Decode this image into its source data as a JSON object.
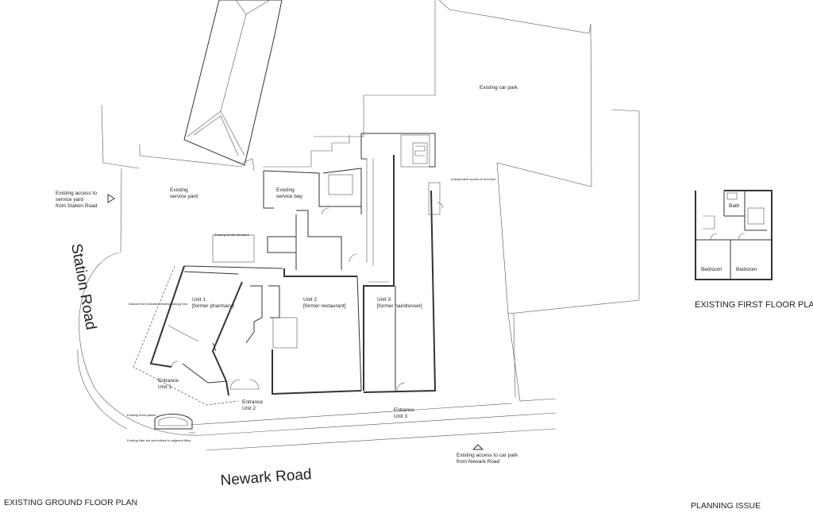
{
  "labels": {
    "existing_access_service_yard": [
      "Existing access to",
      "service yard",
      "from Station Road"
    ],
    "existing_service_yard": [
      "Existing",
      "service yard"
    ],
    "existing_service_bay": [
      "Existing",
      "service bay"
    ],
    "existing_car_park": "Existing car park",
    "unit1": [
      "Unit 1",
      "[former pharmacy]"
    ],
    "unit2": [
      "Unit 2",
      "[former restaurant]"
    ],
    "unit3": [
      "Unit 3",
      "[former hairdresser]"
    ],
    "entrance_unit1": [
      "Entrance",
      "Unit 1"
    ],
    "entrance_unit2": [
      "Entrance",
      "Unit 2"
    ],
    "entrance_unit3": [
      "Entrance",
      "Unit 3"
    ],
    "existing_access_car_park": [
      "Existing access to  car park",
      "from Newark Road"
    ],
    "station_road": "Station Road",
    "newark_road": "Newark Road",
    "bath": "Bath",
    "bedroom_left": "Bedroom",
    "bedroom_right": "Bedroom",
    "existing_shelter": "Existing shelter structure",
    "independent_access": "Independent access to first floor",
    "canopy_note": "Dashed line indicates existing canopy line",
    "brick_planter": "Existing brick planter",
    "litter_bin_note": "Existing litter bin and bollard to adjacent Alley"
  },
  "captions": {
    "ground_floor": "EXISTING GROUND FLOOR PLAN",
    "first_floor": "EXISTING FIRST FLOOR PLAN",
    "planning": "PLANNING ISSUE"
  }
}
